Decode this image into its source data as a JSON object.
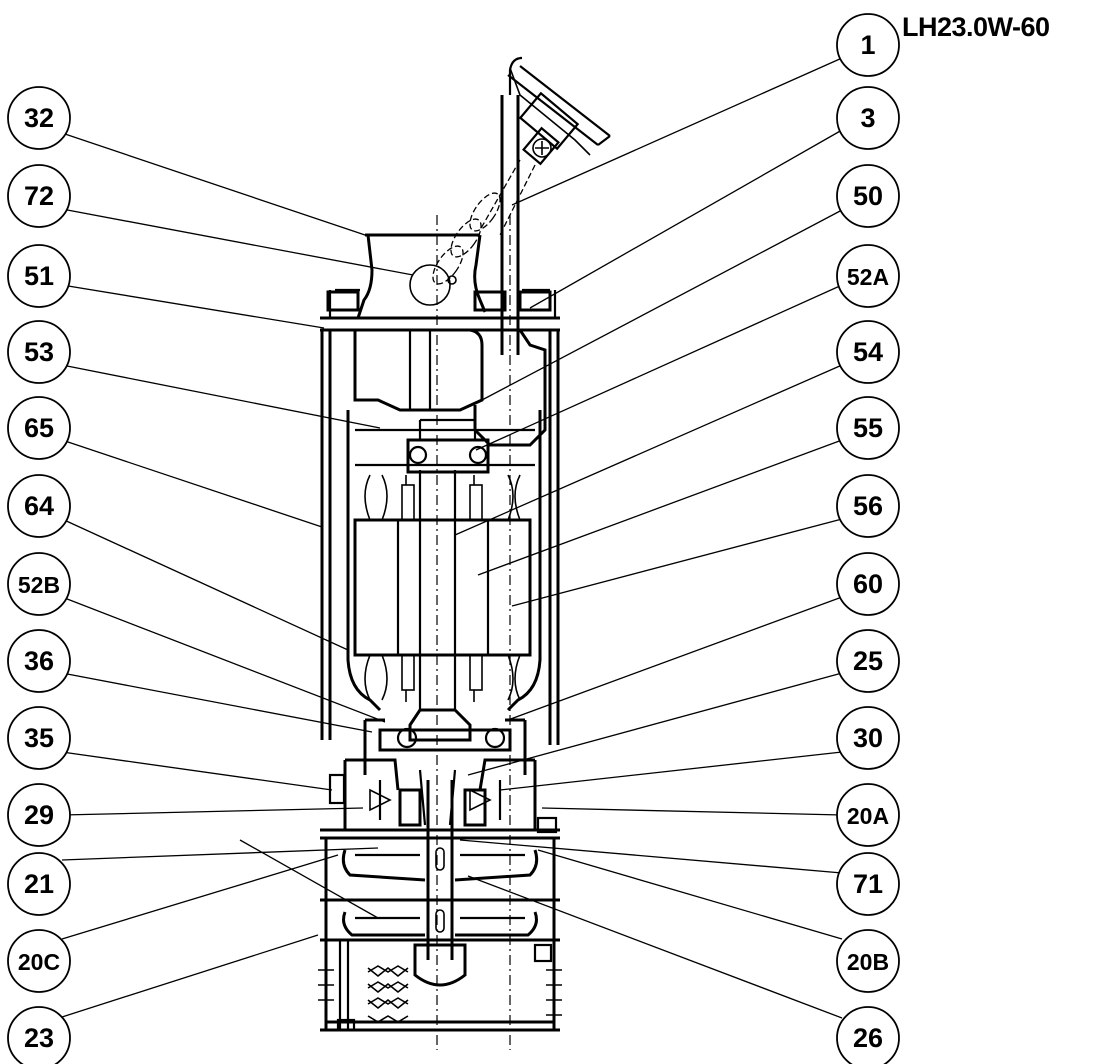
{
  "title": "LH23.0W-60",
  "callouts_left": [
    {
      "id": "32"
    },
    {
      "id": "72"
    },
    {
      "id": "51"
    },
    {
      "id": "53"
    },
    {
      "id": "65"
    },
    {
      "id": "64"
    },
    {
      "id": "52B"
    },
    {
      "id": "36"
    },
    {
      "id": "35"
    },
    {
      "id": "29"
    },
    {
      "id": "21"
    },
    {
      "id": "20C"
    },
    {
      "id": "23"
    }
  ],
  "callouts_right": [
    {
      "id": "1"
    },
    {
      "id": "3"
    },
    {
      "id": "50"
    },
    {
      "id": "52A"
    },
    {
      "id": "54"
    },
    {
      "id": "55"
    },
    {
      "id": "56"
    },
    {
      "id": "60"
    },
    {
      "id": "25"
    },
    {
      "id": "30"
    },
    {
      "id": "20A"
    },
    {
      "id": "71"
    },
    {
      "id": "20B"
    },
    {
      "id": "26"
    }
  ]
}
